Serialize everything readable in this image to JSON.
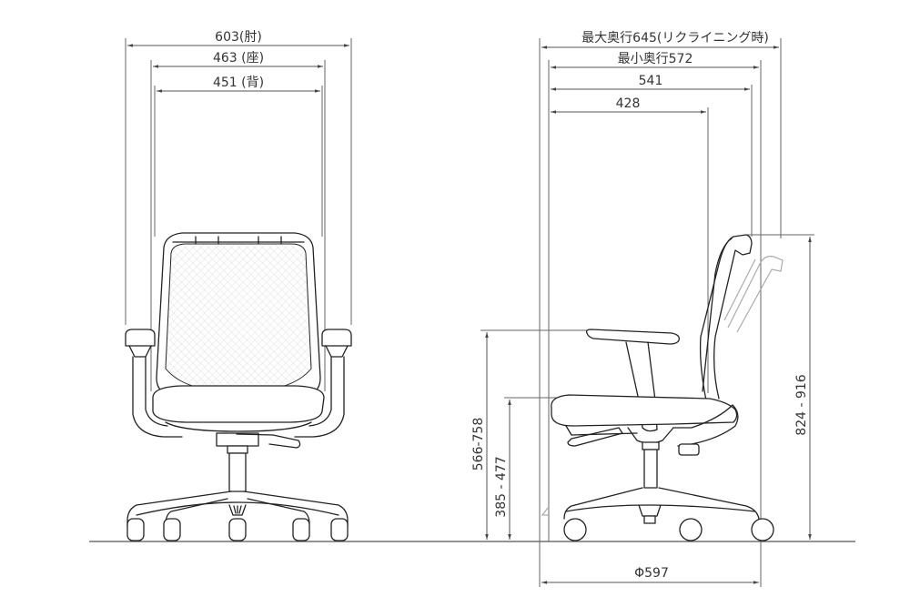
{
  "front_view": {
    "dimensions": {
      "armrest_width": "603(肘)",
      "seat_width": "463 (座)",
      "back_width": "451 (背)"
    }
  },
  "side_view": {
    "dimensions": {
      "max_depth": "最大奥行645(リクライニング時)",
      "min_depth": "最小奥行572",
      "armrest_to_back": "541",
      "seat_depth": "428",
      "arm_height": "566-758",
      "seat_height": "385 - 477",
      "overall_height": "824 - 916",
      "base_diameter": "Φ597"
    }
  },
  "colors": {
    "line": "#222222",
    "dimension": "#555555",
    "ghost": "#aaaaaa",
    "background": "#ffffff"
  }
}
